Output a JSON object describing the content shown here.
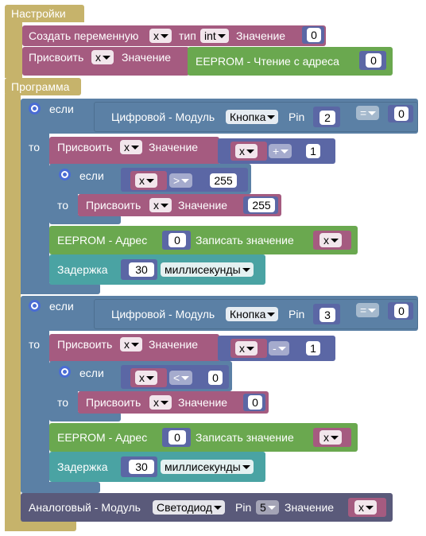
{
  "setup": {
    "title": "Настройки",
    "create_var": {
      "label": "Создать переменную",
      "var": "x",
      "type_label": "тип",
      "type": "int",
      "value_label": "Значение",
      "value": "0"
    },
    "assign": {
      "label": "Присвоить",
      "var": "x",
      "value_label": "Значение",
      "eeprom_read": "EEPROM - Чтение с адреса",
      "addr": "0"
    }
  },
  "program": {
    "title": "Программа",
    "if1": {
      "if_label": "если",
      "then_label": "то",
      "cond": {
        "label": "Цифровой - Модуль",
        "module": "Кнопка",
        "pin_label": "Pin",
        "pin": "2",
        "op": "=",
        "rhs": "0"
      },
      "assign": {
        "label": "Присвоить",
        "var": "x",
        "value_label": "Значение",
        "lhs": "x",
        "op": "+",
        "rhs": "1"
      },
      "inner_if": {
        "if_label": "если",
        "then_label": "то",
        "lhs": "x",
        "op": ">",
        "rhs": "255",
        "assign": {
          "label": "Присвоить",
          "var": "x",
          "value_label": "Значение",
          "value": "255"
        }
      },
      "eeprom": {
        "label": "EEPROM - Адрес",
        "addr": "0",
        "write_label": "Записать значение",
        "var": "x"
      },
      "delay": {
        "label": "Задержка",
        "value": "30",
        "unit": "миллисекунды"
      }
    },
    "if2": {
      "if_label": "если",
      "then_label": "то",
      "cond": {
        "label": "Цифровой - Модуль",
        "module": "Кнопка",
        "pin_label": "Pin",
        "pin": "3",
        "op": "=",
        "rhs": "0"
      },
      "assign": {
        "label": "Присвоить",
        "var": "x",
        "value_label": "Значение",
        "lhs": "x",
        "op": "-",
        "rhs": "1"
      },
      "inner_if": {
        "if_label": "если",
        "then_label": "то",
        "lhs": "x",
        "op": "<",
        "rhs": "0",
        "assign": {
          "label": "Присвоить",
          "var": "x",
          "value_label": "Значение",
          "value": "0"
        }
      },
      "eeprom": {
        "label": "EEPROM - Адрес",
        "addr": "0",
        "write_label": "Записать значение",
        "var": "x"
      },
      "delay": {
        "label": "Задержка",
        "value": "30",
        "unit": "миллисекунды"
      }
    },
    "analog": {
      "label": "Аналоговый - Модуль",
      "module": "Светодиод",
      "pin_label": "Pin",
      "pin": "5",
      "value_label": "Значение",
      "var": "x"
    }
  },
  "colors": {
    "setup": "#c6b36b",
    "variable": "#a55b80",
    "eeprom": "#6aa84f",
    "control": "#5b80a5",
    "math": "#5b67a5",
    "delay": "#4aa3a3",
    "analog": "#5a5a7a"
  }
}
